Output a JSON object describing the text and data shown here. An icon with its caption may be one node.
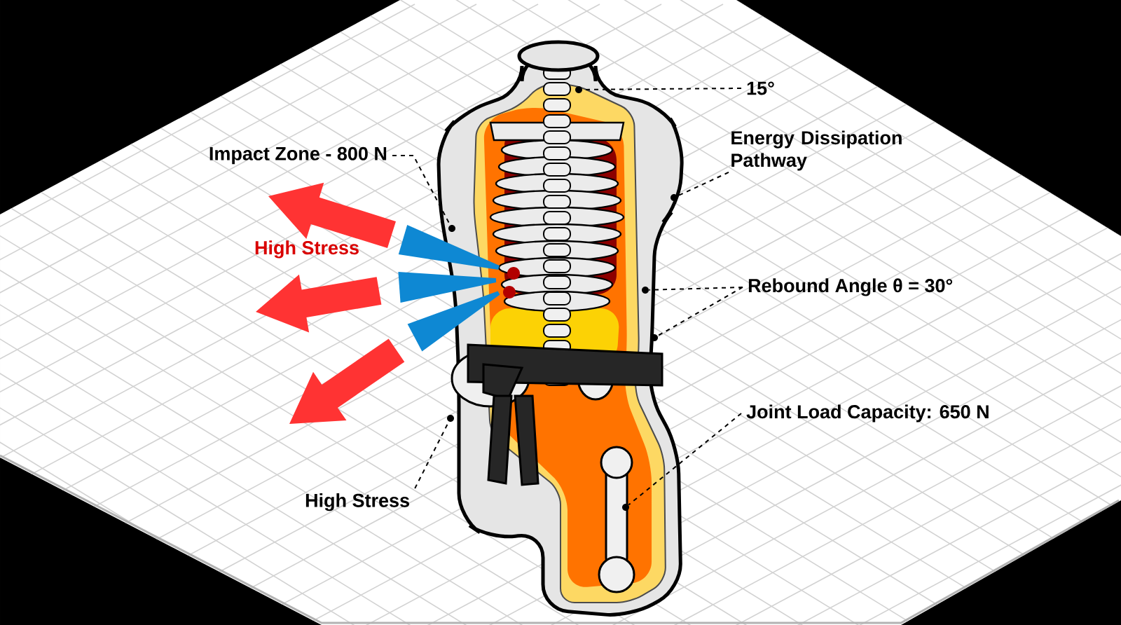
{
  "diagram": {
    "nodes": [
      {
        "text": [
          "15°"
        ]
      },
      {
        "text": [
          "Impact Zone - 800 N"
        ]
      },
      {
        "text": [
          "Energy Dissipation Pathway"
        ]
      },
      {
        "text": [
          "Rebound Angle θ = 30°"
        ]
      },
      {
        "text": [
          "Joint Load Capacity: 650 N"
        ]
      },
      {
        "text": [
          "High Stress"
        ]
      },
      {
        "text": [],
        "shape": "circle"
      },
      {
        "text": [],
        "shape": "circle"
      },
      {
        "text": [],
        "shape": "circle"
      },
      {
        "text": [],
        "shape": "circle"
      },
      {
        "text": [],
        "shape": "circle"
      },
      {
        "text": [],
        "shape": "circle"
      },
      {
        "text": [],
        "shape": "circle"
      }
    ],
    "edges": [
      {
        "from": 0,
        "to": 6,
        "arrow": "none",
        "style": "dashed"
      },
      {
        "from": 1,
        "to": 7,
        "arrow": "none",
        "style": "dashed"
      },
      {
        "from": 2,
        "to": 8,
        "arrow": "none",
        "style": "dashed"
      },
      {
        "from": 3,
        "to": 9,
        "arrow": "none",
        "style": "dashed"
      },
      {
        "from": 3,
        "to": 10,
        "arrow": "none",
        "style": "dashed"
      },
      {
        "from": 4,
        "to": 11,
        "arrow": "none",
        "style": "dashed"
      },
      {
        "from": 5,
        "to": 12,
        "arrow": "none",
        "style": "dashed"
      }
    ],
    "labels": [
      "High Stress"
    ]
  }
}
